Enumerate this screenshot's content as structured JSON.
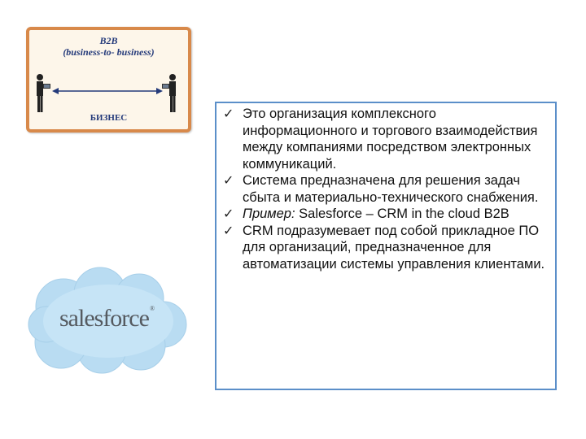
{
  "b2b_diagram": {
    "title_line1": "B2B",
    "title_line2": "(business-to- business)",
    "bottom_label": "БИЗНЕС"
  },
  "logo": {
    "text": "salesforce",
    "mark": "®"
  },
  "bullets": [
    {
      "text": "Это организация комплексного информационного и торгового взаимодействия между компаниями посредством электронных коммуникаций."
    },
    {
      "text": "Система предназначена для решения задач сбыта и материально-технического снабжения."
    },
    {
      "prefix": "Пример:",
      "text": " Salesforce – CRM in the cloud B2B"
    },
    {
      "text": "CRM подразумевает под собой прикладное ПО для организаций, предназначенное для автоматизации системы управления клиентами."
    }
  ],
  "icons": {
    "bullet": "checkmark-icon"
  },
  "colors": {
    "text_box_border": "#5b8fc9",
    "diagram_border": "#d8894a",
    "cloud": "#b9dcf2"
  }
}
